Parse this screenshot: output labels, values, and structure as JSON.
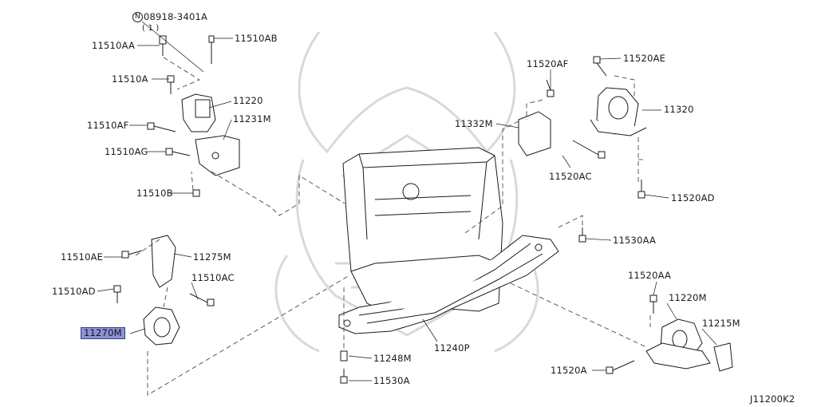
{
  "diagram_code": "J11200K2",
  "callouts": {
    "c08918": {
      "number": "08918-3401A",
      "qty": "( 1 )",
      "symbol": "N"
    },
    "c11510AA": "11510AA",
    "c11510AB": "11510AB",
    "c11510A": "11510A",
    "c11220": "11220",
    "c11231M": "11231M",
    "c11510AF": "11510AF",
    "c11510AG": "11510AG",
    "c11510B": "11510B",
    "c11520AF": "11520AF",
    "c11520AE": "11520AE",
    "c11332M": "11332M",
    "c11320": "11320",
    "c11520AC": "11520AC",
    "c11520AD": "11520AD",
    "c11530AA": "11530AA",
    "c11510AE": "11510AE",
    "c11275M": "11275M",
    "c11510AD": "11510AD",
    "c11510AC": "11510AC",
    "c11270M": "11270M",
    "c11248M": "11248M",
    "c11530A": "11530A",
    "c11240P": "11240P",
    "c11520AA": "11520AA",
    "c11220M": "11220M",
    "c11215M": "11215M",
    "c11520A": "11520A"
  },
  "highlight_color": "#8c92d8",
  "highlighted_part": "11270M"
}
